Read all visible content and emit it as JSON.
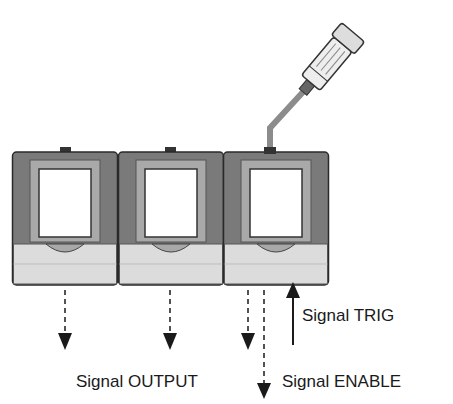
{
  "diagram": {
    "labels": [
      "Signal TRIG",
      "Signal OUTPUT",
      "Signal ENABLE"
    ]
  }
}
